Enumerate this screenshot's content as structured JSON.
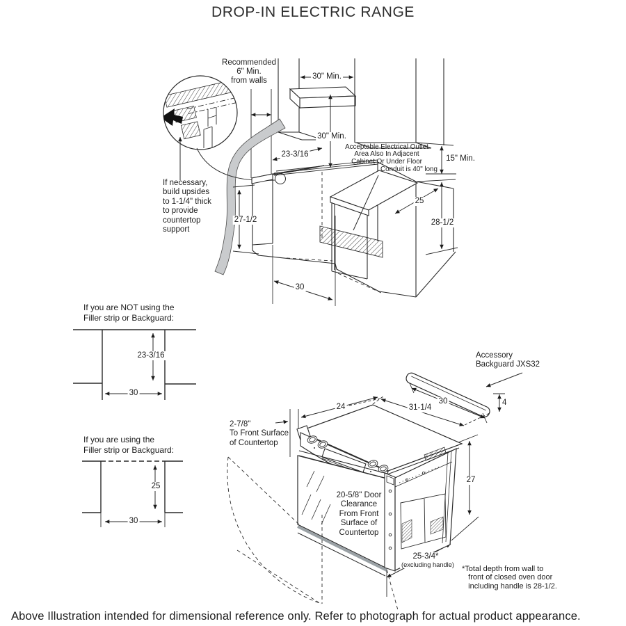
{
  "title": "DROP-IN ELECTRIC RANGE",
  "footer": {
    "note": "Above Illustration intended for dimensional reference only. Refer to photograph for actual product appearance."
  },
  "colors": {
    "line": "#2a2a2a",
    "wall_shade": "#c9cbcd",
    "trim_shade": "#9aa1a5",
    "background": "#ffffff"
  },
  "cutout_diagram": {
    "wall_clearance_note": "Recommended\n6\" Min.\nfrom walls",
    "cabinet_width_min": "30\" Min.",
    "cooktop_to_cabinet_min": "30\" Min.",
    "cutout_depth": "23-3/16",
    "outlet_note": "Acceptable Electrical Outlet\nArea Also In Adjacent\nCabinet Or Under Floor",
    "conduit_note": "Conduit is 40\" long",
    "counter_to_cabinet_min": "15\" Min.",
    "counter_depth": "25",
    "counter_height_right": "28-1/2",
    "cabinet_interior_height": "27-1/2",
    "cutout_width": "30",
    "support_note": "If necessary,\nbuild upsides\nto 1-1/4\" thick\nto provide\ncountertop\nsupport"
  },
  "filler_diagrams": {
    "not_using": {
      "heading": "If you are NOT using the\nFiller strip or Backguard:",
      "depth": "23-3/16",
      "width": "30"
    },
    "using": {
      "heading": "If you are using the\nFiller strip or Backguard:",
      "depth": "25",
      "width": "30"
    }
  },
  "range_diagram": {
    "accessory_label": "Accessory\nBackguard JXS32",
    "backguard_width": "30",
    "backguard_height": "4",
    "overall_depth": "31-1/4",
    "cooktop_depth": "24",
    "front_overhang_note": "2-7/8\"\nTo Front Surface\nof Countertop",
    "door_clearance_note": "20-5/8\" Door\nClearance\nFrom Front\nSurface of\nCountertop",
    "body_height": "27",
    "body_depth": "25-3/4*",
    "body_depth_qualifier": "(excluding handle)",
    "total_depth_note": "*Total depth from wall to\n   front of closed oven door\n   including handle is 28-1/2."
  }
}
